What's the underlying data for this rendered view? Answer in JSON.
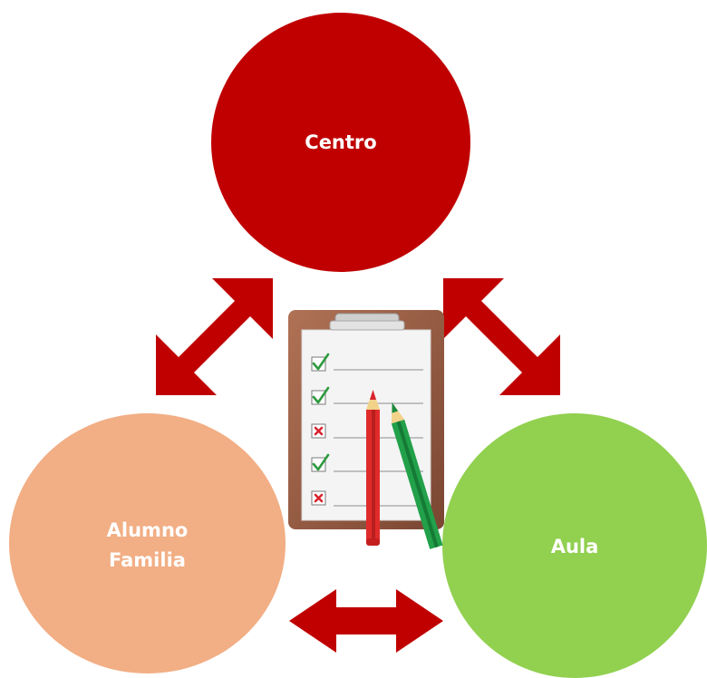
{
  "nodes": {
    "centro": {
      "label": "Centro",
      "color": "#c00000"
    },
    "alumno": {
      "line1": "Alumno",
      "line2": "Familia",
      "color": "#f2ae84"
    },
    "aula": {
      "label": "Aula",
      "color": "#92d050"
    }
  },
  "arrow_color": "#c00000",
  "center_icon": "clipboard-checklist-with-pencils-icon"
}
